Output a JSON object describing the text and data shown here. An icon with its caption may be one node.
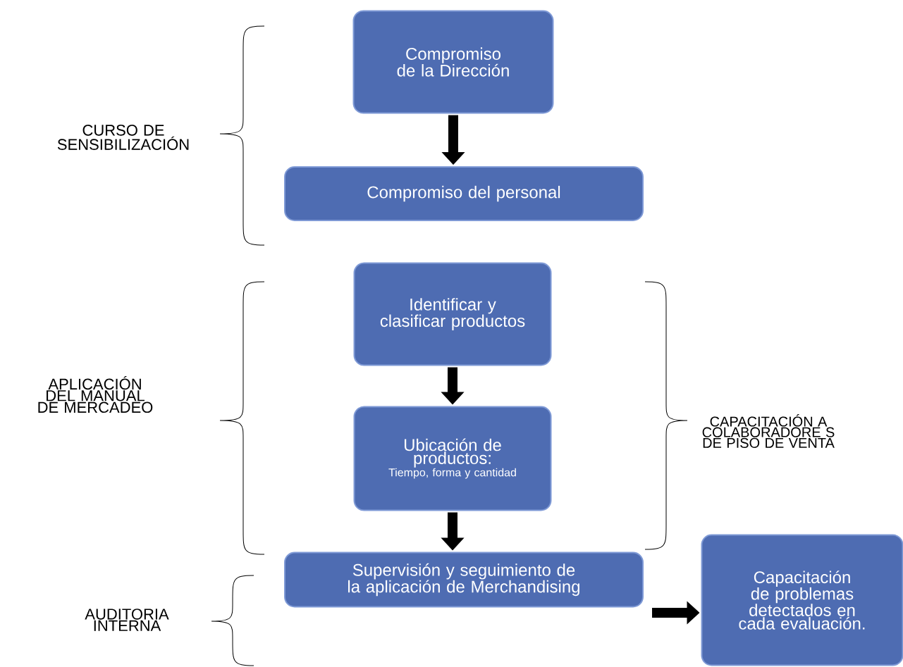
{
  "diagram": {
    "nodes": [
      {
        "text": [
          "Compromiso de la Dirección"
        ]
      },
      {
        "text": [
          "Compromiso del personal"
        ]
      },
      {
        "text": [
          "Identificar y clasificar productos"
        ]
      },
      {
        "text": [
          "Ubicación de productos:",
          "Tiempo, forma y cantidad"
        ]
      },
      {
        "text": [
          "Supervisión y seguimiento de la aplicación de Merchandising"
        ]
      },
      {
        "text": [
          "Capacitación de problemas detectados en cada evaluación."
        ]
      }
    ],
    "edges": [
      {
        "from": 0,
        "to": 1,
        "arrow": "to"
      },
      {
        "from": 2,
        "to": 3,
        "arrow": "to"
      },
      {
        "from": 3,
        "to": 4,
        "arrow": "to"
      },
      {
        "from": 4,
        "to": 5,
        "arrow": "to"
      }
    ],
    "labels": [
      "CURSO DE SENSIBILIZACIÓN",
      "APLICACIÓN DEL MANUAL DE MERCADEO",
      "CAPACITACIÓN A COLABORADORE S DE PISO DE VENTA",
      "AUDITORIA INTERNA"
    ]
  }
}
